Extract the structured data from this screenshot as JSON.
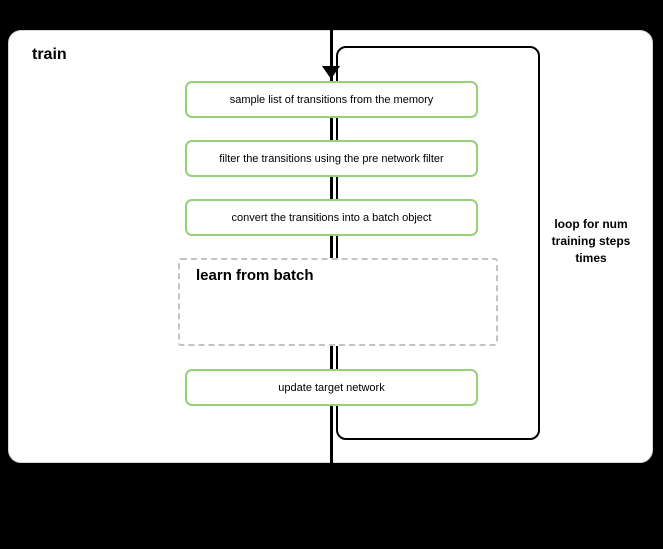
{
  "diagram": {
    "title": "train",
    "steps": [
      {
        "label": "sample list of transitions from the memory"
      },
      {
        "label": "filter the transitions using the pre network filter"
      },
      {
        "label": "convert the transitions into a batch object"
      }
    ],
    "subprocess": {
      "label": "learn from batch"
    },
    "final_step": {
      "label": "update target network"
    },
    "loop_annotation": "loop for num training steps times",
    "colors": {
      "canvas_background": "#000000",
      "panel_background": "#ffffff",
      "step_border": "#97d077",
      "subprocess_border": "#c3c3c3",
      "loop_border": "#000000",
      "flow_line": "#000000",
      "text": "#000000"
    }
  }
}
